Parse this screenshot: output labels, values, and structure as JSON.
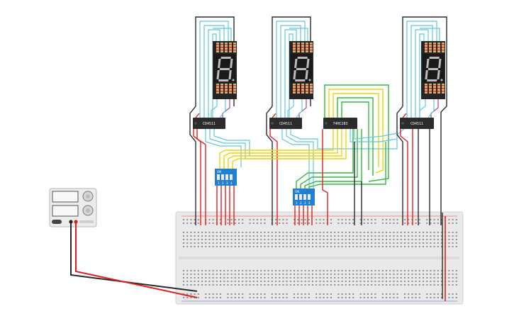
{
  "canvas": {
    "background": "#ffffff"
  },
  "colors": {
    "wire_red": "#e02020",
    "wire_black": "#2a2a2a",
    "wire_blue": "#5fc7dd",
    "wire_yellow": "#f2d400",
    "wire_green": "#2dbd3a",
    "wire_purple": "#b03aa8",
    "chip_body": "#2c2c2c",
    "dip_body": "#1f7fd0",
    "display_body": "#252525",
    "segment": "#bdbdbd",
    "breadboard": "#e9e9e9",
    "power_supply": "#ececec"
  },
  "chips": [
    {
      "label": "CD4511"
    },
    {
      "label": "CD4511"
    },
    {
      "label": "74HC283"
    },
    {
      "label": "CD4511"
    }
  ],
  "dip_switches": [
    {
      "on_label": "ON",
      "numbers": [
        "1",
        "2",
        "3",
        "4"
      ]
    },
    {
      "on_label": "ON",
      "numbers": [
        "1",
        "2",
        "3",
        "4"
      ]
    }
  ],
  "displays": [
    {
      "digit": "8"
    },
    {
      "digit": "8"
    },
    {
      "digit": "8"
    }
  ],
  "power_supply": {
    "icons": [
      "voltage-display",
      "current-display",
      "knob",
      "knob",
      "terminal-black",
      "terminal-red"
    ]
  }
}
